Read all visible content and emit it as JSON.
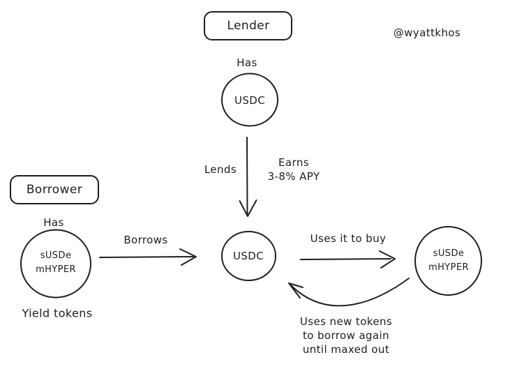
{
  "colors": {
    "ink": "#1e1e1e",
    "background": "#ffffff"
  },
  "attribution": "@wyattkhos",
  "lender": {
    "label": "Lender",
    "has": "Has",
    "token": "USDC"
  },
  "borrower": {
    "label": "Borrower",
    "has": "Has",
    "token": {
      "line1": "sUSDe",
      "line2": "mHYPER"
    },
    "caption": "Yield tokens"
  },
  "pool": {
    "token": "USDC"
  },
  "purchased": {
    "token": {
      "line1": "sUSDe",
      "line2": "mHYPER"
    }
  },
  "edges": {
    "lends": "Lends",
    "earns": {
      "line1": "Earns",
      "line2": "3-8% APY"
    },
    "borrows": "Borrows",
    "buy": "Uses it to buy",
    "loop": {
      "line1": "Uses new tokens",
      "line2": "to borrow again",
      "line3": "until maxed out"
    }
  }
}
